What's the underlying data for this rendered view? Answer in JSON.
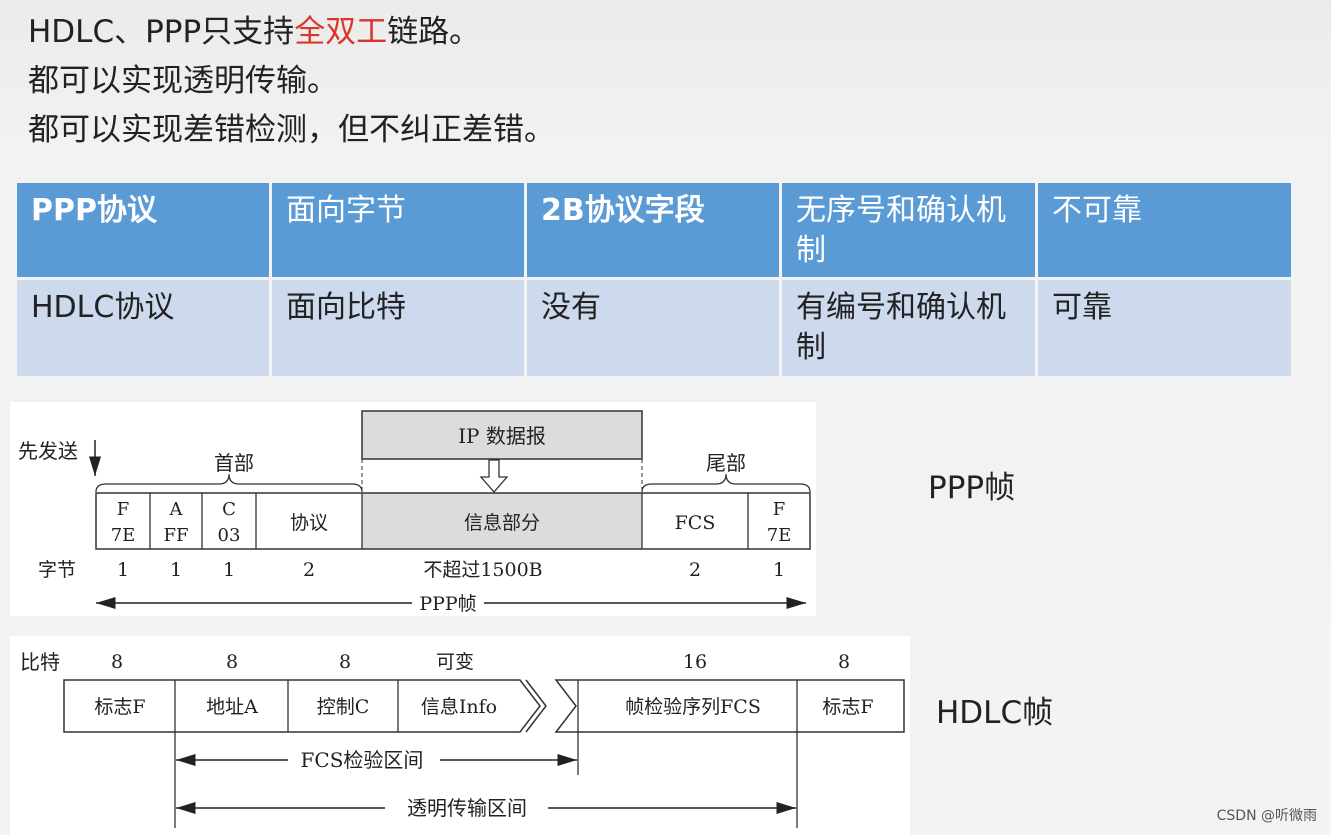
{
  "bullets": {
    "line1_a": "HDLC、PPP只支持",
    "line1_hl": "全双工",
    "line1_b": "链路。",
    "line2": "都可以实现透明传输。",
    "line3": "都可以实现差错检测，但不纠正差错。",
    "highlight_color": "#d8372c"
  },
  "table": {
    "rows": [
      [
        "PPP协议",
        "面向字节",
        "2B协议字段",
        "无序号和确认机制",
        "不可靠"
      ],
      [
        "HDLC协议",
        "面向比特",
        "没有",
        "有编号和确认机制",
        "可靠"
      ]
    ],
    "header_color": "#5b9bd5",
    "row_color": "#cdd9ec"
  },
  "ppp": {
    "first_sent": "先发送",
    "ip_datagram": "IP 数据报",
    "header": "首部",
    "trailer": "尾部",
    "fields": [
      {
        "top": "F",
        "bottom": "7E"
      },
      {
        "top": "A",
        "bottom": "FF"
      },
      {
        "top": "C",
        "bottom": "03"
      },
      {
        "label": "协议"
      },
      {
        "label": "信息部分"
      },
      {
        "label": "FCS"
      },
      {
        "top": "F",
        "bottom": "7E"
      }
    ],
    "size_label": "字节",
    "sizes": [
      "1",
      "1",
      "1",
      "2",
      "不超过1500B",
      "2",
      "1"
    ],
    "frame_label": "PPP帧",
    "side_label": "PPP帧"
  },
  "hdlc": {
    "bits_label": "比特",
    "sizes": [
      "8",
      "8",
      "8",
      "可变",
      "16",
      "8"
    ],
    "fields": [
      "标志F",
      "地址A",
      "控制C",
      "信息Info",
      "帧检验序列FCS",
      "标志F"
    ],
    "fcs_range": "FCS检验区间",
    "transparent_range": "透明传输区间",
    "side_label": "HDLC帧"
  },
  "watermark": "CSDN @听微雨"
}
